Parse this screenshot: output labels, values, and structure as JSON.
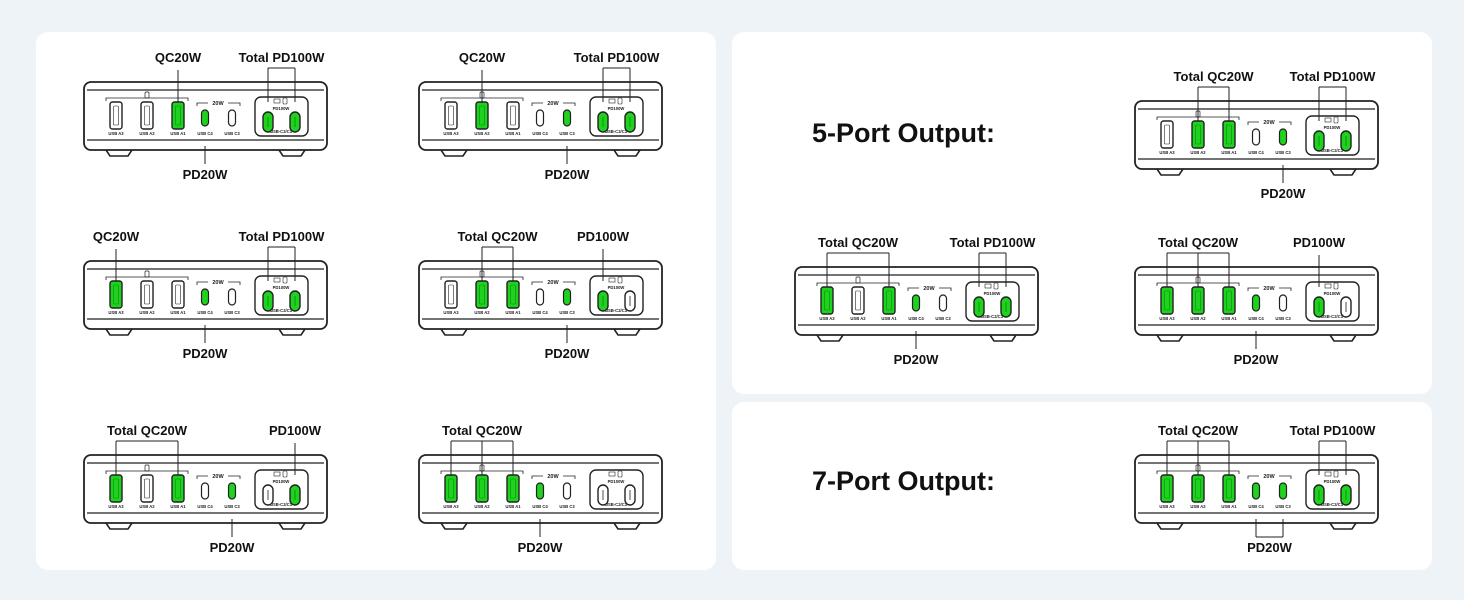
{
  "port_labels": {
    "usb_a3": "USB A3",
    "usb_a2": "USB A2",
    "usb_a1": "USB A1",
    "usb_c4": "USB C4",
    "usb_c3": "USB C3",
    "usb_c2_c1": "USB-C2/C1",
    "c_group_rating": "20W",
    "pd_group_rating": "PD100W"
  },
  "headings": {
    "five_port": "5-Port Output:",
    "seven_port": "7-Port Output:"
  },
  "colors": {
    "active": "#1fd21f",
    "inactive": "#ffffff",
    "outline": "#222222",
    "panel": "#ffffff",
    "background": "#eef3f7"
  },
  "configs": [
    {
      "id": "left-1",
      "active": [
        0,
        0,
        1,
        1,
        0,
        1,
        1
      ],
      "top_left": {
        "text": "QC20W",
        "ports": [
          2
        ]
      },
      "top_right": {
        "text": "Total PD100W",
        "ports": [
          5,
          6
        ]
      },
      "bottom": {
        "text": "PD20W",
        "ports": [
          3
        ]
      }
    },
    {
      "id": "left-2",
      "active": [
        0,
        1,
        0,
        0,
        1,
        1,
        1
      ],
      "top_left": {
        "text": "QC20W",
        "ports": [
          1
        ]
      },
      "top_right": {
        "text": "Total PD100W",
        "ports": [
          5,
          6
        ]
      },
      "bottom": {
        "text": "PD20W",
        "ports": [
          4
        ]
      }
    },
    {
      "id": "left-3",
      "active": [
        1,
        0,
        0,
        1,
        0,
        1,
        1
      ],
      "top_left": {
        "text": "QC20W",
        "ports": [
          0
        ]
      },
      "top_right": {
        "text": "Total PD100W",
        "ports": [
          5,
          6
        ]
      },
      "bottom": {
        "text": "PD20W",
        "ports": [
          3
        ]
      }
    },
    {
      "id": "left-4",
      "active": [
        0,
        1,
        1,
        0,
        1,
        1,
        0
      ],
      "top_left": {
        "text": "Total QC20W",
        "ports": [
          1,
          2
        ]
      },
      "top_right": {
        "text": "PD100W",
        "ports": [
          5
        ]
      },
      "bottom": {
        "text": "PD20W",
        "ports": [
          4
        ]
      }
    },
    {
      "id": "left-5",
      "active": [
        1,
        0,
        1,
        0,
        1,
        0,
        1
      ],
      "top_left": {
        "text": "Total QC20W",
        "ports": [
          0,
          2
        ]
      },
      "top_right": {
        "text": "PD100W",
        "ports": [
          6
        ]
      },
      "bottom": {
        "text": "PD20W",
        "ports": [
          4
        ]
      }
    },
    {
      "id": "left-6",
      "active": [
        1,
        1,
        1,
        1,
        0,
        0,
        0
      ],
      "top_left": {
        "text": "Total QC20W",
        "ports": [
          0,
          1,
          2
        ]
      },
      "top_right": null,
      "bottom": {
        "text": "PD20W",
        "ports": [
          3
        ]
      }
    },
    {
      "id": "five-1",
      "active": [
        0,
        1,
        1,
        0,
        1,
        1,
        1
      ],
      "top_left": {
        "text": "Total QC20W",
        "ports": [
          1,
          2
        ]
      },
      "top_right": {
        "text": "Total PD100W",
        "ports": [
          5,
          6
        ]
      },
      "bottom": {
        "text": "PD20W",
        "ports": [
          4
        ]
      }
    },
    {
      "id": "five-2",
      "active": [
        1,
        0,
        1,
        1,
        0,
        1,
        1
      ],
      "top_left": {
        "text": "Total QC20W",
        "ports": [
          0,
          2
        ]
      },
      "top_right": {
        "text": "Total PD100W",
        "ports": [
          5,
          6
        ]
      },
      "bottom": {
        "text": "PD20W",
        "ports": [
          3
        ]
      }
    },
    {
      "id": "five-3",
      "active": [
        1,
        1,
        1,
        1,
        0,
        1,
        0
      ],
      "top_left": {
        "text": "Total QC20W",
        "ports": [
          0,
          1,
          2
        ]
      },
      "top_right": {
        "text": "PD100W",
        "ports": [
          5
        ]
      },
      "bottom": {
        "text": "PD20W",
        "ports": [
          3
        ]
      }
    },
    {
      "id": "seven-1",
      "active": [
        1,
        1,
        1,
        1,
        1,
        1,
        1
      ],
      "top_left": {
        "text": "Total QC20W",
        "ports": [
          0,
          1,
          2
        ]
      },
      "top_right": {
        "text": "Total PD100W",
        "ports": [
          5,
          6
        ]
      },
      "bottom": {
        "text": "PD20W",
        "ports": [
          3,
          4
        ]
      }
    }
  ]
}
